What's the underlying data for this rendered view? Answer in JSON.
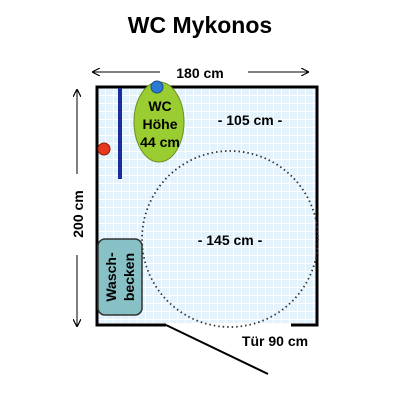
{
  "title": "WC Mykonos",
  "dimensions": {
    "width": "180 cm",
    "height": "200 cm",
    "door": "Tür 90 cm"
  },
  "toilet": {
    "line1": "WC",
    "line2": "Höhe",
    "line3": "44 cm",
    "color": "#9acd32"
  },
  "basin": {
    "line1": "Wasch-",
    "line2": "becken",
    "color": "#87c1c6"
  },
  "turning_space": "- 145 cm -",
  "free_space": "- 105 cm -",
  "colors": {
    "floor": "#e4f3fb",
    "grab_bar": "#1a2e9a",
    "red_marker": "#e8381e",
    "blue_marker": "#2a7ad4"
  }
}
